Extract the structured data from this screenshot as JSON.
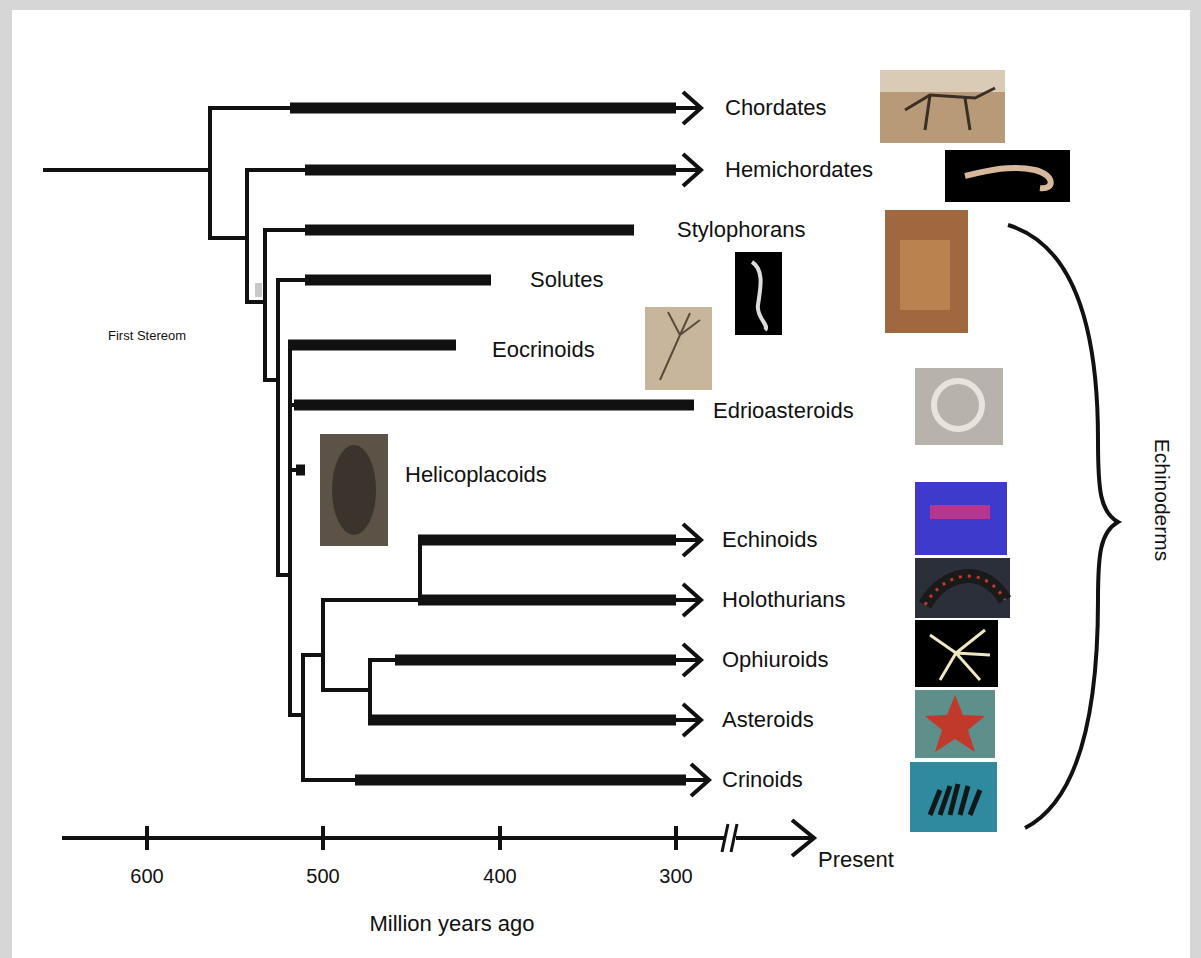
{
  "diagram": {
    "labels": [
      "Chordates",
      "Hemichordates",
      "Stylophorans",
      "Solutes",
      "Eocrinoids",
      "Edrioasteroids",
      "Helicoplacoids",
      "Echinoids",
      "Holothurians",
      "Ophiuroids",
      "Asteroids",
      "Crinoids",
      "Echinoderms",
      "First Stereom",
      "600",
      "500",
      "400",
      "300",
      "Present",
      "Million years ago"
    ]
  }
}
